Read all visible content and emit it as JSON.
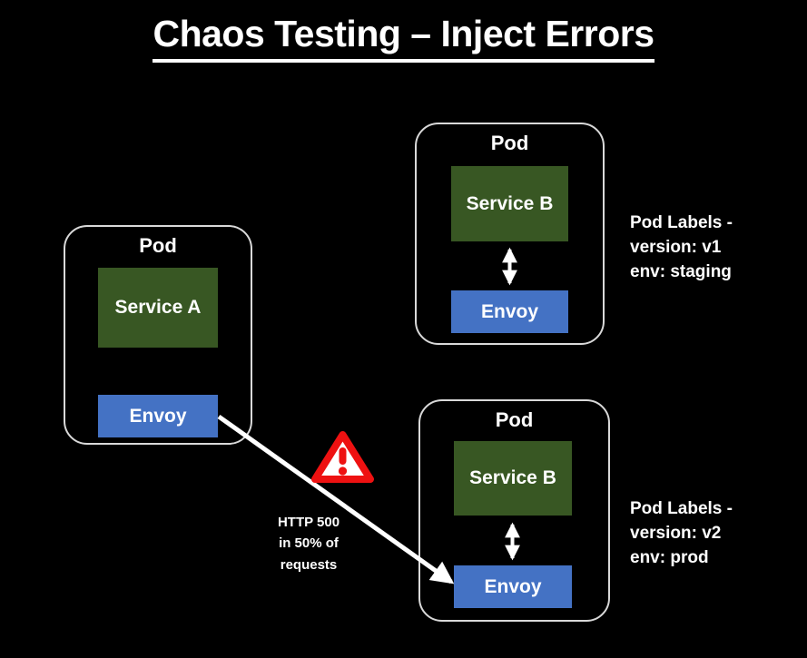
{
  "slide": {
    "title": "Chaos Testing – Inject Errors",
    "background_color": "#000000",
    "text_color": "#ffffff"
  },
  "colors": {
    "service_box": "#385723",
    "envoy_box": "#4472c4",
    "pod_border": "#d9d9d9",
    "warning_red": "#ee1111",
    "arrow_white": "#ffffff"
  },
  "pods": [
    {
      "id": "pod-left",
      "label": "Pod",
      "service_label": "Service A",
      "envoy_label": "Envoy",
      "has_internal_arrow": false
    },
    {
      "id": "pod-top-right",
      "label": "Pod",
      "service_label": "Service B",
      "envoy_label": "Envoy",
      "has_internal_arrow": true
    },
    {
      "id": "pod-bottom-right",
      "label": "Pod",
      "service_label": "Service B",
      "envoy_label": "Envoy",
      "has_internal_arrow": true
    }
  ],
  "pod_label_blocks": [
    {
      "id": "labels-staging",
      "text": "Pod Labels -\nversion: v1\nenv: staging"
    },
    {
      "id": "labels-prod",
      "text": "Pod Labels -\nversion: v2\nenv: prod"
    }
  ],
  "fault_annotation": {
    "text": "HTTP 500\nin 50% of\nrequests",
    "icon": "warning-triangle-icon"
  },
  "connectors": [
    {
      "name": "envoy-a-to-envoy-b2-arrow",
      "from": "Envoy (Service A pod)",
      "to": "Envoy (Service B v2 pod)",
      "style": "single-headed-arrow"
    },
    {
      "name": "service-b1-envoy-b1-arrow",
      "style": "double-headed-arrow"
    },
    {
      "name": "service-b2-envoy-b2-arrow",
      "style": "double-headed-arrow"
    }
  ]
}
